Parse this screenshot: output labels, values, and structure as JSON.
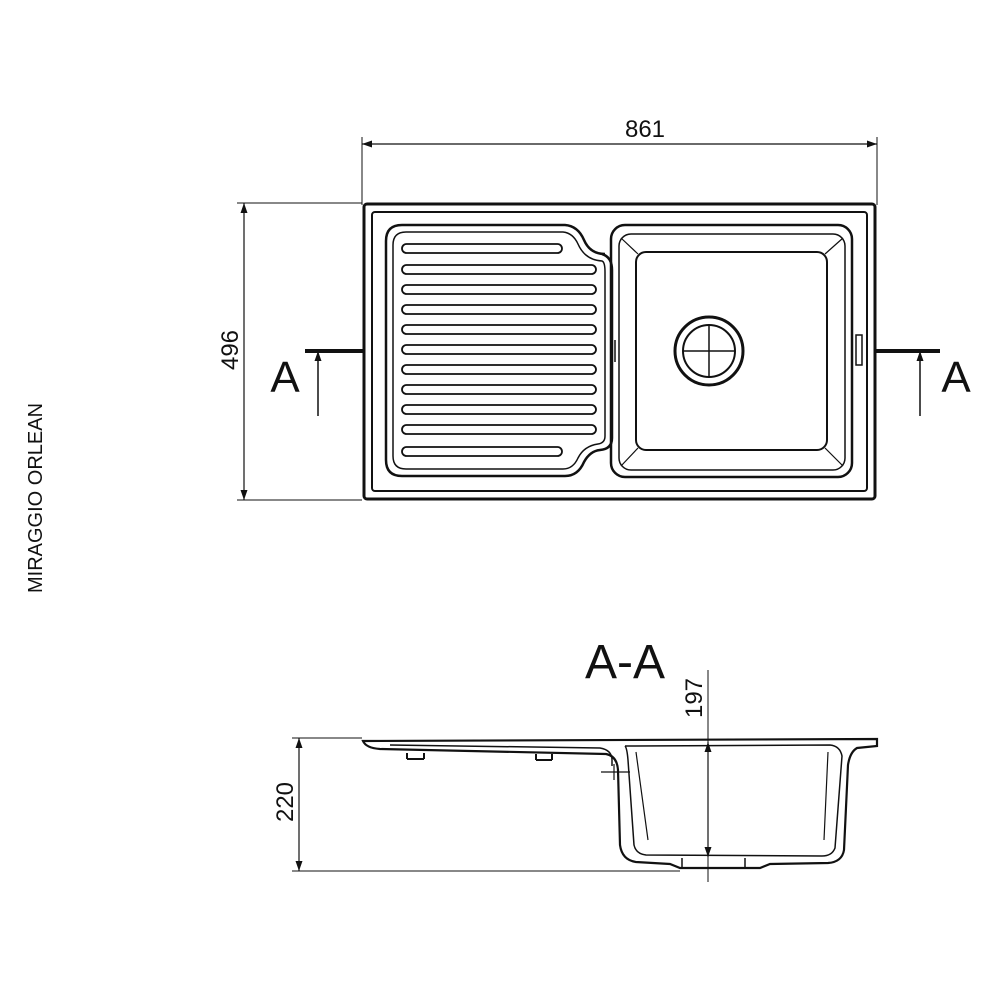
{
  "side_label": "MIRAGGIO ORLEAN",
  "dimensions": {
    "width": "861",
    "depth": "496",
    "height": "220",
    "bowl_depth": "197"
  },
  "section": {
    "marker_left": "A",
    "marker_right": "A",
    "title": "A-A"
  },
  "colors": {
    "line": "#111111",
    "background": "#ffffff"
  }
}
